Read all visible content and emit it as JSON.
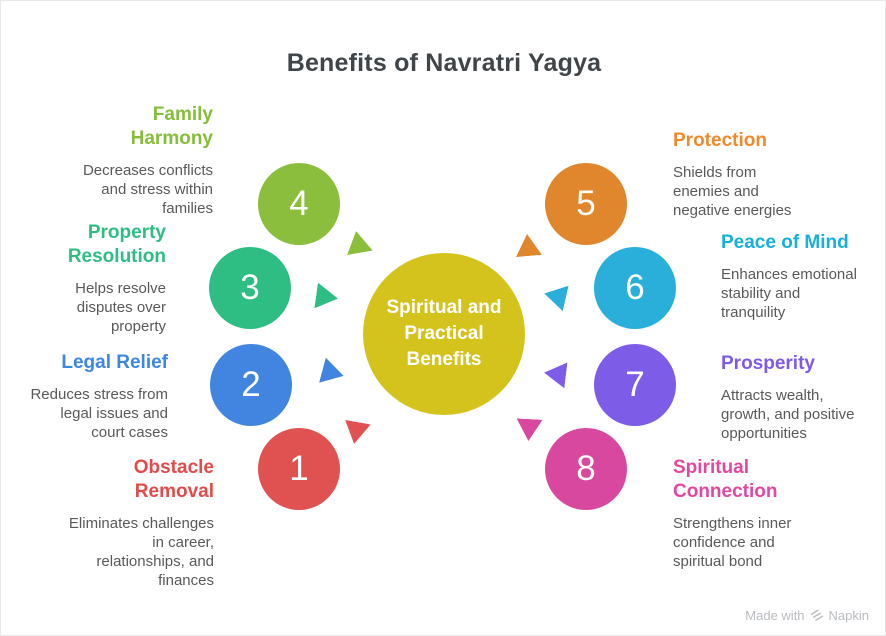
{
  "title": "Benefits of Navratri Yagya",
  "center": {
    "label": "Spiritual and Practical Benefits",
    "color": "#d4c31d",
    "text_color": "#ffffff"
  },
  "items": [
    {
      "number": "1",
      "title": "Obstacle Removal",
      "description": "Eliminates challenges in career, relationships, and finances",
      "color": "#e05251",
      "heading_color": "#e34a4a",
      "side": "left"
    },
    {
      "number": "2",
      "title": "Legal Relief",
      "description": "Reduces stress from legal issues and court cases",
      "color": "#4285e0",
      "heading_color": "#3d87e4",
      "side": "left"
    },
    {
      "number": "3",
      "title": "Property Resolution",
      "description": "Helps resolve disputes over property",
      "color": "#2ebd82",
      "heading_color": "#2ebd82",
      "side": "left"
    },
    {
      "number": "4",
      "title": "Family Harmony",
      "description": "Decreases conflicts and stress within families",
      "color": "#8cbe3e",
      "heading_color": "#85be3a",
      "side": "left"
    },
    {
      "number": "5",
      "title": "Protection",
      "description": "Shields from enemies and negative energies",
      "color": "#e0872e",
      "heading_color": "#ed8a2d",
      "side": "right"
    },
    {
      "number": "6",
      "title": "Peace of Mind",
      "description": "Enhances emotional stability and tranquility",
      "color": "#29afd9",
      "heading_color": "#17afdc",
      "side": "right"
    },
    {
      "number": "7",
      "title": "Prosperity",
      "description": "Attracts wealth, growth, and positive opportunities",
      "color": "#7d5ce8",
      "heading_color": "#7d5be8",
      "side": "right"
    },
    {
      "number": "8",
      "title": "Spiritual Connection",
      "description": "Strengthens inner confidence and spiritual bond",
      "color": "#d9489f",
      "heading_color": "#e3489f",
      "side": "right"
    }
  ],
  "footer": {
    "made_with": "Made with",
    "brand": "Napkin"
  }
}
